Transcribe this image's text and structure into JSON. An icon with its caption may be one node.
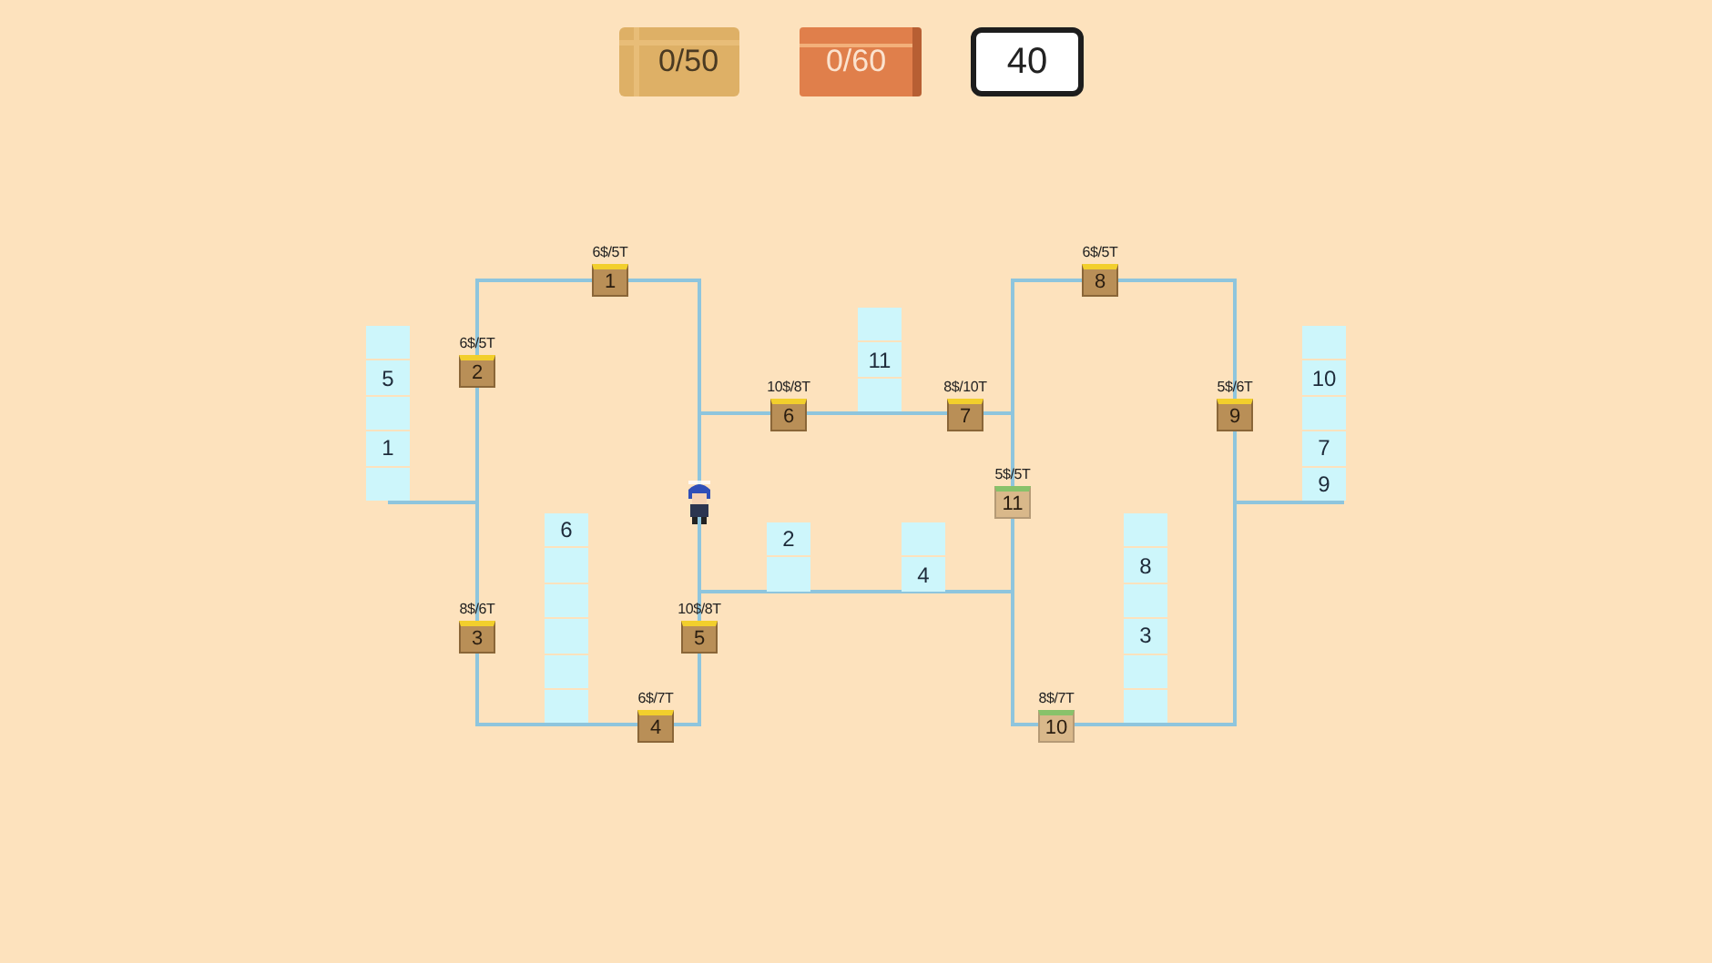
{
  "diagram": {
    "nodes": [
      {
        "text": [
          "0/50"
        ]
      },
      {
        "text": [
          "0/60"
        ]
      },
      {
        "text": [
          "40"
        ]
      },
      {
        "text": [
          "1"
        ],
        "beside": [
          "6$/5T"
        ]
      },
      {
        "text": [
          "2"
        ],
        "beside": [
          "6$/5T"
        ]
      },
      {
        "text": [
          "3"
        ],
        "beside": [
          "8$/6T"
        ]
      },
      {
        "text": [
          "4"
        ],
        "beside": [
          "6$/7T"
        ]
      },
      {
        "text": [
          "5"
        ],
        "beside": [
          "10$/8T"
        ]
      },
      {
        "text": [
          "6"
        ],
        "beside": [
          "10$/8T"
        ]
      },
      {
        "text": [
          "7"
        ],
        "beside": [
          "8$/10T"
        ]
      },
      {
        "text": [
          "8"
        ],
        "beside": [
          "6$/5T"
        ]
      },
      {
        "text": [
          "9"
        ],
        "beside": [
          "5$/6T"
        ]
      },
      {
        "text": [
          "10"
        ],
        "beside": [
          "8$/7T"
        ]
      },
      {
        "text": [
          "11"
        ],
        "beside": [
          "5$/5T"
        ]
      },
      {
        "text": [],
        "shape": "box"
      },
      {
        "text": [
          "5"
        ]
      },
      {
        "text": [],
        "shape": "box"
      },
      {
        "text": [
          "1"
        ]
      },
      {
        "text": [],
        "shape": "box"
      },
      {
        "text": [
          "6"
        ]
      },
      {
        "text": [],
        "shape": "box"
      },
      {
        "text": [],
        "shape": "box"
      },
      {
        "text": [],
        "shape": "box"
      },
      {
        "text": [],
        "shape": "box"
      },
      {
        "text": [],
        "shape": "box"
      },
      {
        "text": [],
        "shape": "box"
      },
      {
        "text": [
          "11"
        ]
      },
      {
        "text": [],
        "shape": "box"
      },
      {
        "text": [
          "2"
        ]
      },
      {
        "text": [],
        "shape": "box"
      },
      {
        "text": [],
        "shape": "box"
      },
      {
        "text": [
          "4"
        ]
      },
      {
        "text": [],
        "shape": "box"
      },
      {
        "text": [
          "8"
        ]
      },
      {
        "text": [],
        "shape": "box"
      },
      {
        "text": [
          "3"
        ]
      },
      {
        "text": [],
        "shape": "box"
      },
      {
        "text": [],
        "shape": "box"
      },
      {
        "text": [],
        "shape": "box"
      },
      {
        "text": [
          "10"
        ]
      },
      {
        "text": [],
        "shape": "box"
      },
      {
        "text": [
          "7"
        ]
      },
      {
        "text": [
          "9"
        ]
      }
    ]
  }
}
